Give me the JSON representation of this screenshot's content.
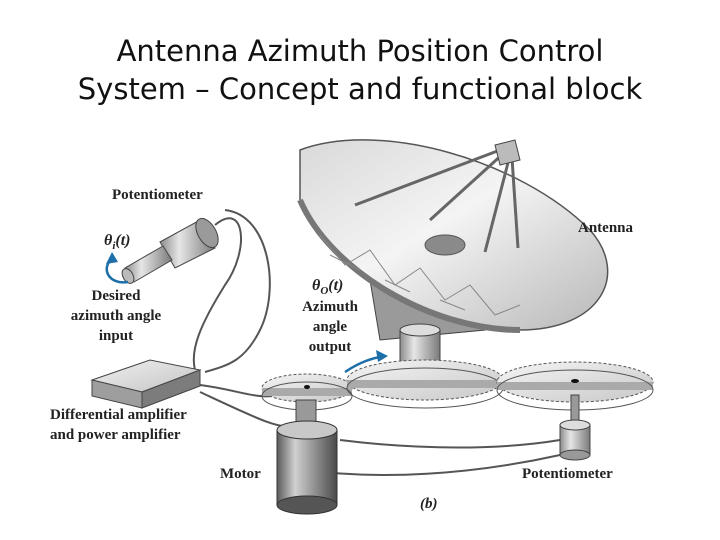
{
  "title": {
    "line1": "Antenna Azimuth Position Control",
    "line2": "System – Concept and functional block"
  },
  "diagram": {
    "potentiometer_input": "Potentiometer",
    "theta_i_symbol": "θ",
    "theta_i_sub": "i",
    "theta_i_arg": "(t)",
    "desired_line1": "Desired",
    "desired_line2": "azimuth angle",
    "desired_line3": "input",
    "antenna": "Antenna",
    "theta_o_symbol": "θ",
    "theta_o_sub": "O",
    "theta_o_arg": "(t)",
    "output_line1": "Azimuth",
    "output_line2": "angle",
    "output_line3": "output",
    "amp_line1": "Differential amplifier",
    "amp_line2": "and power amplifier",
    "motor": "Motor",
    "potentiometer_output": "Potentiometer",
    "panel_label": "(b)"
  }
}
